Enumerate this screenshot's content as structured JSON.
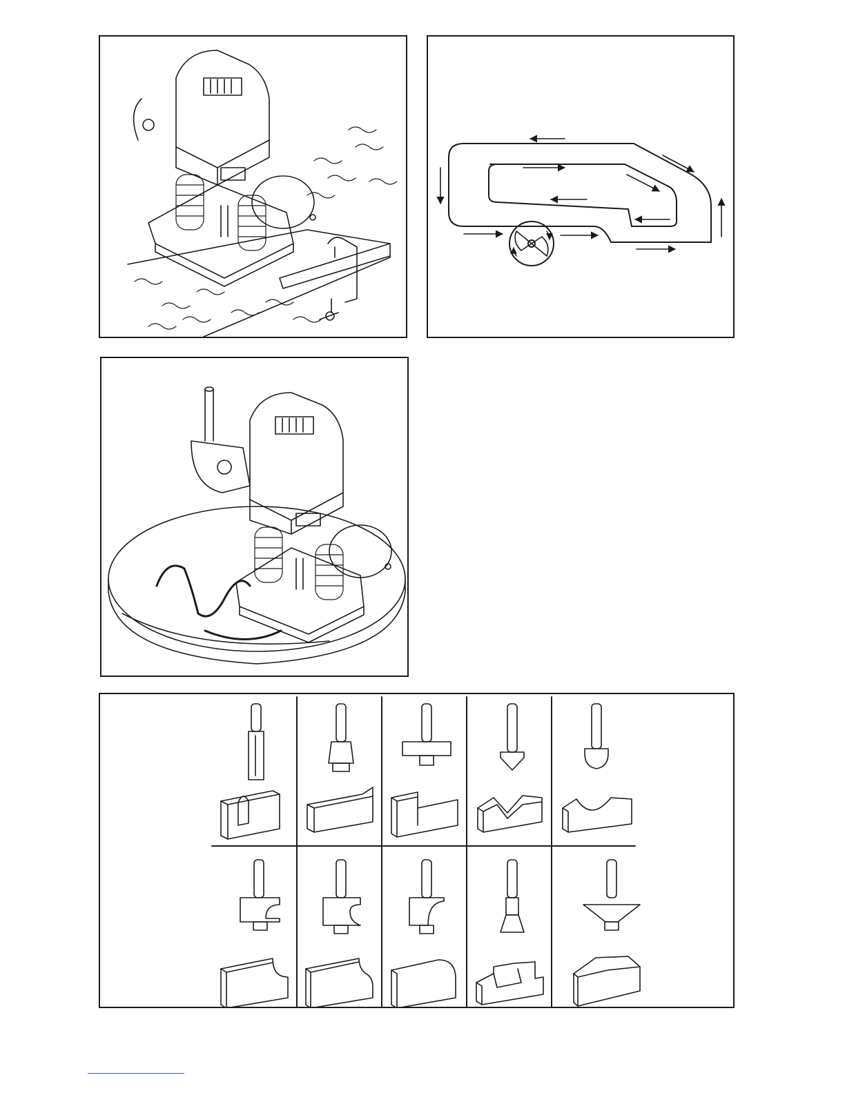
{
  "colors": {
    "ink": "#1a1a1a",
    "paper": "#ffffff",
    "footer_rule": "#3a59c8"
  },
  "figures": [
    {
      "id": "router-with-clamped-guide",
      "icon": "router-clamp-illustration"
    },
    {
      "id": "routing-direction-path",
      "icon": "feed-direction-diagram"
    },
    {
      "id": "router-with-circle-jig",
      "icon": "router-circle-illustration"
    },
    {
      "id": "router-bit-profiles",
      "icon": "bit-profile-chart"
    }
  ],
  "router_bits": {
    "rows": [
      [
        "straight-bit",
        "flush-trim-bit",
        "rabbeting-bit",
        "v-groove-bit",
        "core-box-bit"
      ],
      [
        "cove-bit",
        "roman-ogee-bit",
        "round-over-bit",
        "dovetail-bit",
        "chamfer-bit"
      ]
    ]
  }
}
